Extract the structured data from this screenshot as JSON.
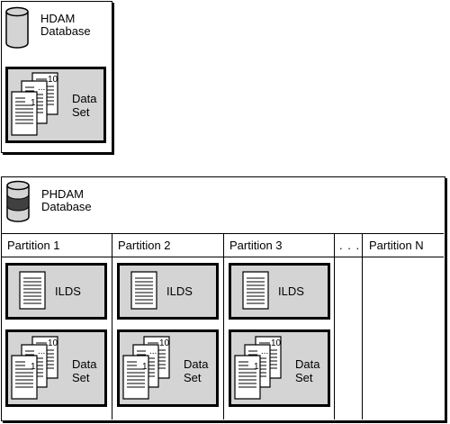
{
  "hdam": {
    "db_label_line1": "HDAM",
    "db_label_line2": "Database",
    "dataset_label_line1": "Data",
    "dataset_label_line2": "Set",
    "page_numbers": [
      "10",
      "...",
      "1"
    ]
  },
  "phdam": {
    "db_label_line1": "PHDAM",
    "db_label_line2": "Database",
    "partitions": [
      "Partition 1",
      "Partition 2",
      "Partition 3",
      "Partition N"
    ],
    "ellipsis": ". . .",
    "ilds_label": "ILDS",
    "dataset_label_line1": "Data",
    "dataset_label_line2": "Set",
    "page_numbers": [
      "10",
      "...",
      "1"
    ]
  }
}
